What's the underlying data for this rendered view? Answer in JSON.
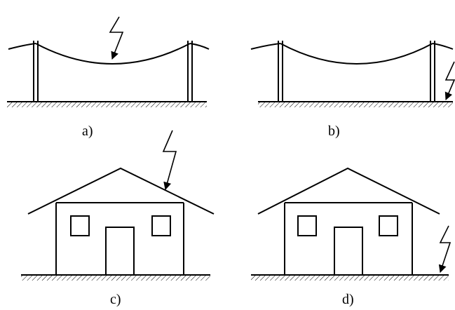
{
  "panels": [
    {
      "id": "a",
      "label": "a)",
      "scene": "power-line",
      "strike_target": "conductor"
    },
    {
      "id": "b",
      "label": "b)",
      "scene": "power-line",
      "strike_target": "ground-nearby"
    },
    {
      "id": "c",
      "label": "c)",
      "scene": "house",
      "strike_target": "roof"
    },
    {
      "id": "d",
      "label": "d)",
      "scene": "house",
      "strike_target": "ground-nearby"
    }
  ],
  "colors": {
    "line": "#000000",
    "background": "#ffffff"
  }
}
